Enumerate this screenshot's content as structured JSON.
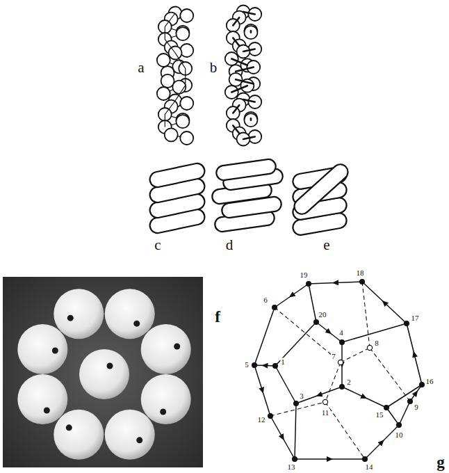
{
  "diagram": {
    "labels": [
      "a",
      "b",
      "c",
      "d",
      "e",
      "f",
      "g",
      "1",
      "2",
      "3",
      "4",
      "5",
      "6",
      "7",
      "8",
      "9",
      "10",
      "11",
      "12",
      "13",
      "14",
      "15",
      "16",
      "17",
      "18",
      "19",
      "20"
    ]
  }
}
